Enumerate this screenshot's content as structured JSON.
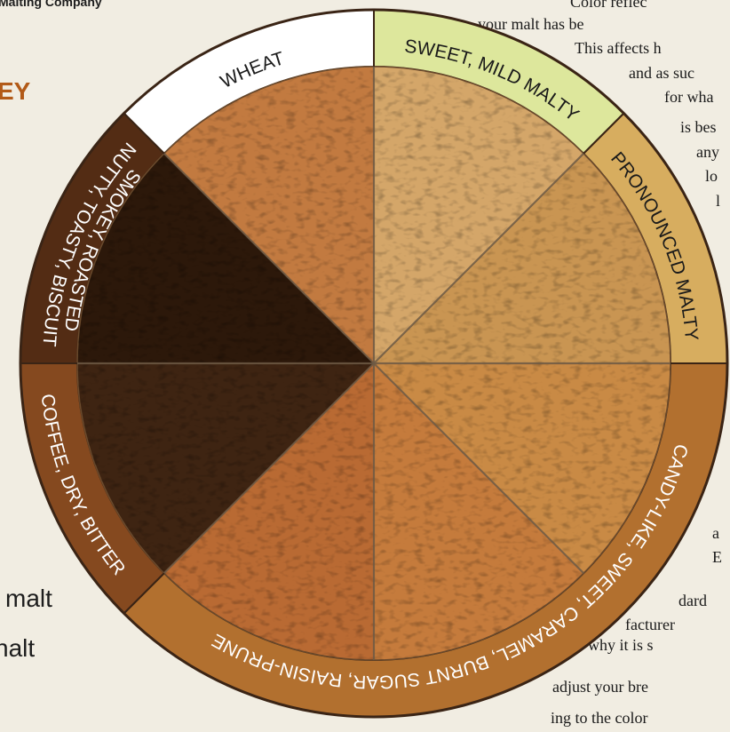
{
  "header": {
    "company": "Malting Company",
    "heading_fragment": "EY"
  },
  "left_fragments": [
    "malt",
    "nalt"
  ],
  "right_column_fragments": [
    "Color reflec",
    "your malt has be",
    "This affects h",
    "and as suc",
    "for wha",
    "is bes",
    "any",
    "lo",
    "l",
    "a",
    "E",
    "dard",
    "facturer",
    "why it is s",
    "adjust your bre",
    "ing to the color"
  ],
  "wheel": {
    "segments": [
      {
        "label": "WHEAT",
        "color": "#ffffff",
        "text_color": "#1a1a1a",
        "grain_color": "#c2763c"
      },
      {
        "label": "SWEET, MILD MALTY",
        "color": "#dde79c",
        "text_color": "#1a1a1a",
        "grain_color": "#d2a368"
      },
      {
        "label": "PRONOUNCED MALTY",
        "color": "#d7ad5f",
        "text_color": "#1a1a1a",
        "grain_color": "#c59151"
      },
      {
        "label": "CANDY-LIKE, SWEET, CARAMEL, BURNT SUGAR, RAISIN-PRUNE",
        "color": "#b2702f",
        "text_color": "#ffffff",
        "grain_color": "#c5803f"
      },
      {
        "label": "COFFEE, DRY, BITTER",
        "color": "#85491f",
        "text_color": "#ffffff",
        "grain_color": "#3b2210"
      },
      {
        "label_line1": "NUTTY, TOASTY, BISCUIT",
        "label_line2": "SMOKEY, ROASTED",
        "color": "#532c14",
        "text_color": "#ffffff",
        "grain_color": "#2e190b"
      }
    ],
    "slices": [
      {
        "color": "#c27a40"
      },
      {
        "color": "#d4a669"
      },
      {
        "color": "#c99552"
      },
      {
        "color": "#c98a45"
      },
      {
        "color": "#c57b3c"
      },
      {
        "color": "#b96a33"
      },
      {
        "color": "#3e2412"
      },
      {
        "color": "#2c180a"
      }
    ],
    "outline_color": "#3a2415"
  }
}
